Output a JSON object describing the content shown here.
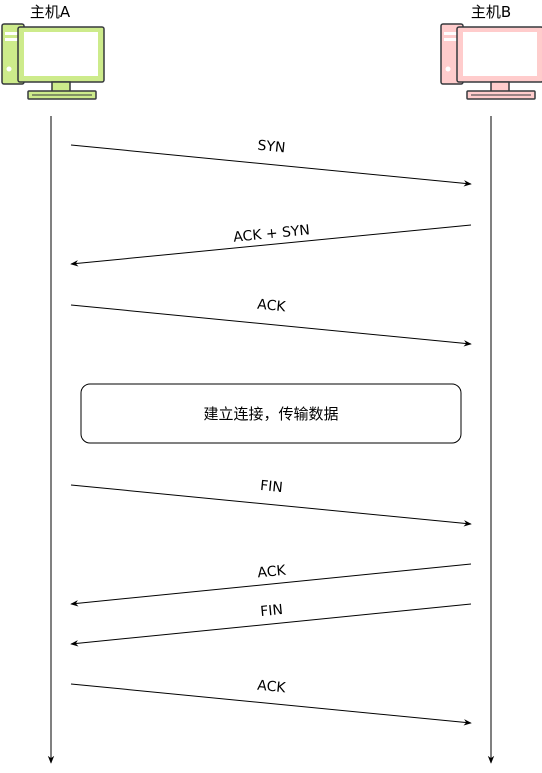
{
  "hosts": {
    "left": {
      "label": "主机A",
      "colors": {
        "fill": "#cdeb8b",
        "stroke": "#36393d"
      }
    },
    "right": {
      "label": "主机B",
      "colors": {
        "fill": "#ffcccc",
        "stroke": "#36393d"
      }
    }
  },
  "messages": [
    {
      "label": "SYN",
      "from": "left",
      "to": "right"
    },
    {
      "label": "ACK + SYN",
      "from": "right",
      "to": "left"
    },
    {
      "label": "ACK",
      "from": "left",
      "to": "right"
    },
    {
      "label": "FIN",
      "from": "left",
      "to": "right"
    },
    {
      "label": "ACK",
      "from": "right",
      "to": "left"
    },
    {
      "label": "FIN",
      "from": "right",
      "to": "left"
    },
    {
      "label": "ACK",
      "from": "left",
      "to": "right"
    }
  ],
  "note": {
    "text": "建立连接，传输数据"
  },
  "colors": {
    "line": "#000000",
    "note_border": "#000000",
    "note_fill": "#ffffff"
  },
  "icons": {
    "host": "desktop-computer-icon"
  }
}
